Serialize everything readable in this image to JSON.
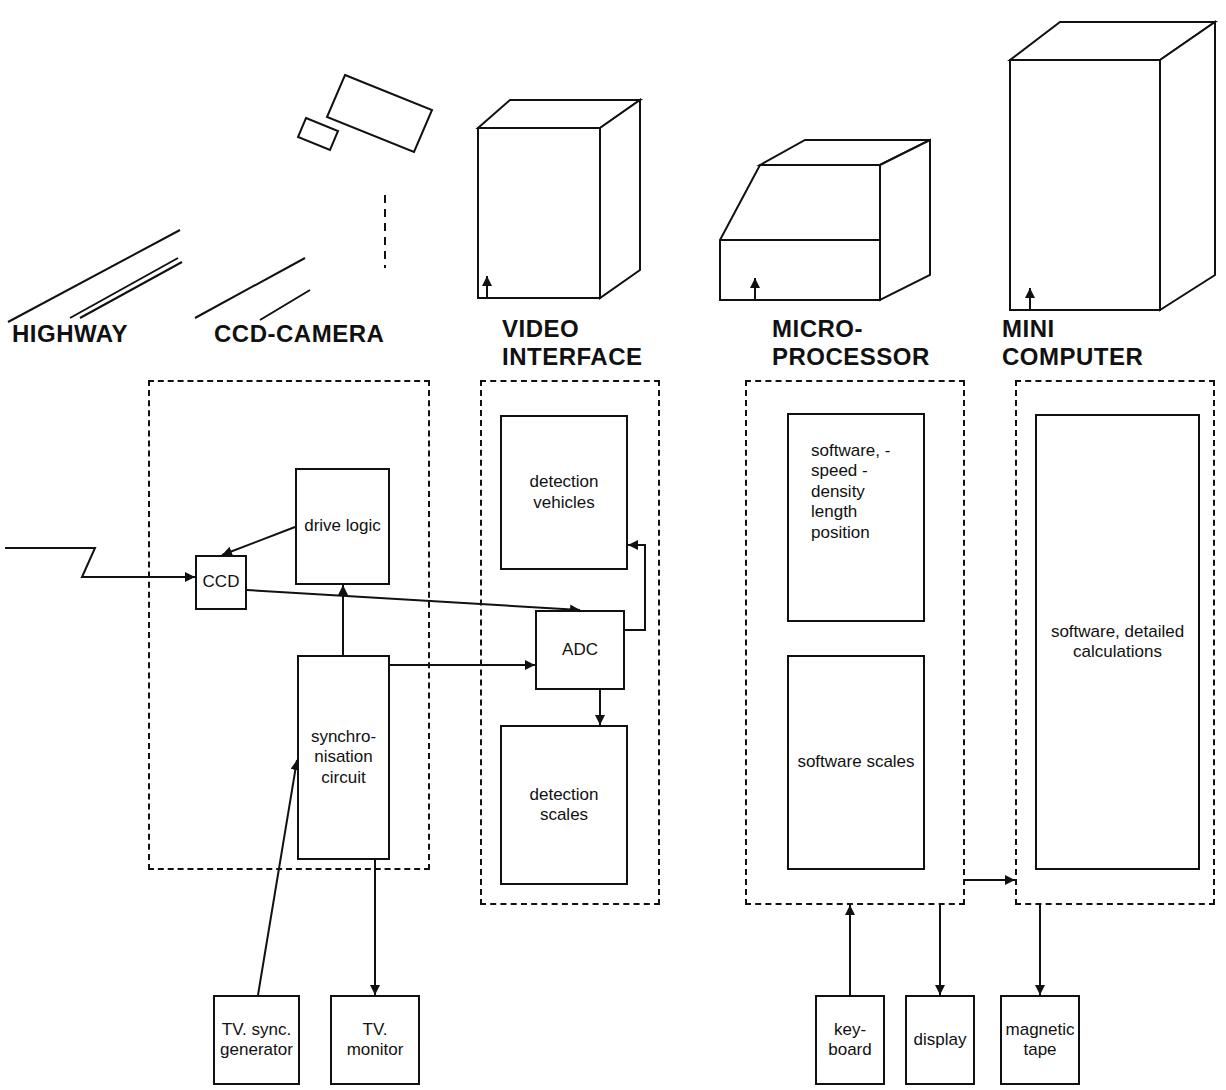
{
  "diagram": {
    "nodes": [
      {
        "text": [
          "CCD-CAMERA"
        ]
      },
      {
        "text": [
          "CCD"
        ],
        "in": 0
      },
      {
        "text": [
          "drive logic"
        ],
        "in": 0
      },
      {
        "text": [
          "synchro- nisation circuit"
        ],
        "in": 0
      },
      {
        "text": [
          "VIDEO INTERFACE"
        ]
      },
      {
        "text": [
          "detection vehicles"
        ],
        "in": 4
      },
      {
        "text": [
          "ADC"
        ],
        "in": 4
      },
      {
        "text": [
          "detection scales"
        ],
        "in": 4
      },
      {
        "text": [
          "MICRO-PROCESSOR"
        ]
      },
      {
        "text": [
          "software, - speed - density length position"
        ],
        "in": 8
      },
      {
        "text": [
          "software scales"
        ],
        "in": 8
      },
      {
        "text": [
          "MINI COMPUTER"
        ]
      },
      {
        "text": [
          "software, detailed calculations"
        ],
        "in": 11
      },
      {
        "text": [
          "TV. sync. generator"
        ]
      },
      {
        "text": [
          "TV. monitor"
        ]
      },
      {
        "text": [
          "key-board"
        ]
      },
      {
        "text": [
          "display"
        ]
      },
      {
        "text": [
          "magnetic tape"
        ]
      }
    ],
    "edges": [
      {
        "from": 2,
        "to": 1,
        "arrow": "to"
      },
      {
        "from": 1,
        "to": 6,
        "arrow": "to"
      },
      {
        "from": 3,
        "to": 2,
        "arrow": "to"
      },
      {
        "from": 3,
        "to": 6,
        "arrow": "to"
      },
      {
        "from": 6,
        "to": 5,
        "arrow": "to"
      },
      {
        "from": 6,
        "to": 7,
        "arrow": "to"
      },
      {
        "from": 13,
        "to": 3,
        "arrow": "to"
      },
      {
        "from": 3,
        "to": 14,
        "arrow": "to"
      },
      {
        "from": 15,
        "to": 8,
        "arrow": "to"
      },
      {
        "from": 8,
        "to": 16,
        "arrow": "to"
      },
      {
        "from": 8,
        "to": 11,
        "arrow": "to"
      },
      {
        "from": 11,
        "to": 17,
        "arrow": "to"
      }
    ],
    "labels": [
      "HIGHWAY"
    ]
  }
}
